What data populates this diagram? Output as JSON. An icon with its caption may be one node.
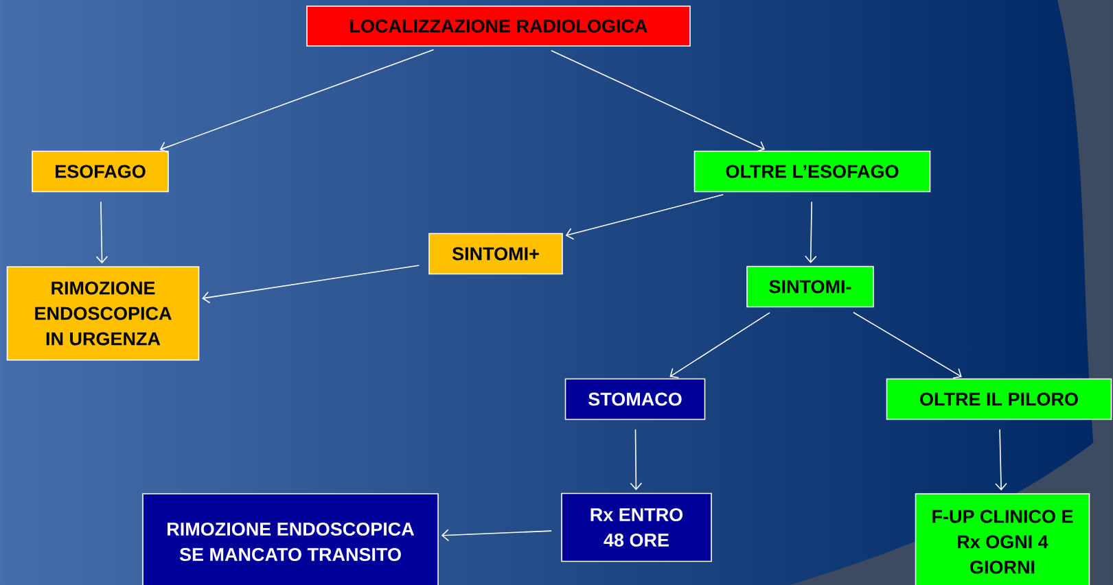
{
  "diagram": {
    "nodes": [
      {
        "text": [
          "LOCALIZZAZIONE RADIOLOGICA"
        ]
      },
      {
        "text": [
          "ESOFAGO"
        ]
      },
      {
        "text": [
          "OLTRE L’ESOFAGO"
        ]
      },
      {
        "text": [
          "SINTOMI+"
        ]
      },
      {
        "text": [
          "RIMOZIONE ENDOSCOPICA IN URGENZA"
        ]
      },
      {
        "text": [
          "SINTOMI-"
        ]
      },
      {
        "text": [
          "STOMACO"
        ]
      },
      {
        "text": [
          "OLTRE IL PILORO"
        ]
      },
      {
        "text": [
          "Rx ENTRO 48 ORE"
        ]
      },
      {
        "text": [
          "RIMOZIONE ENDOSCOPICA SE MANCATO TRANSITO"
        ]
      },
      {
        "text": [
          "F-UP CLINICO E Rx OGNI 4 GIORNI"
        ]
      }
    ],
    "edges": [
      {
        "from": 0,
        "to": 1,
        "arrow": "to"
      },
      {
        "from": 0,
        "to": 2,
        "arrow": "to"
      },
      {
        "from": 1,
        "to": 4,
        "arrow": "to"
      },
      {
        "from": 2,
        "to": 3,
        "arrow": "to"
      },
      {
        "from": 2,
        "to": 5,
        "arrow": "to"
      },
      {
        "from": 3,
        "to": 4,
        "arrow": "to"
      },
      {
        "from": 5,
        "to": 6,
        "arrow": "to"
      },
      {
        "from": 5,
        "to": 7,
        "arrow": "to"
      },
      {
        "from": 6,
        "to": 8,
        "arrow": "to"
      },
      {
        "from": 7,
        "to": 10,
        "arrow": "to"
      },
      {
        "from": 8,
        "to": 9,
        "arrow": "to"
      }
    ]
  }
}
